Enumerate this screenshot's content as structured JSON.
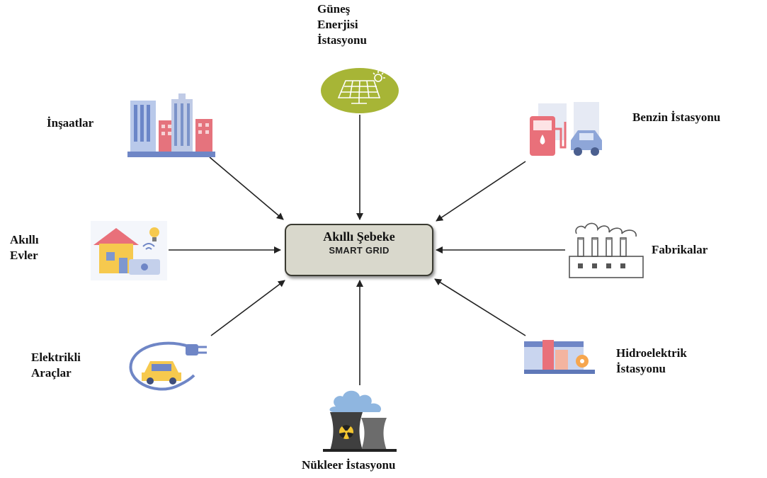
{
  "hub": {
    "title": "Akıllı Şebeke",
    "subtitle": "SMART GRID"
  },
  "nodes": {
    "solar": {
      "lines": [
        "Güneş",
        "Enerjisi",
        "İstasyonu"
      ],
      "icon": "solar-panel-icon"
    },
    "buildings": {
      "lines": [
        "İnşaatlar"
      ],
      "icon": "buildings-icon"
    },
    "gas": {
      "lines": [
        "Benzin İstasyonu"
      ],
      "icon": "gas-station-icon"
    },
    "home": {
      "lines": [
        "Akıllı",
        "Evler"
      ],
      "icon": "smart-home-icon"
    },
    "factory": {
      "lines": [
        "Fabrikalar"
      ],
      "icon": "factory-icon"
    },
    "ev": {
      "lines": [
        "Elektrikli",
        "Araçlar"
      ],
      "icon": "electric-car-icon"
    },
    "hydro": {
      "lines": [
        "Hidroelektrik",
        "İstasyonu"
      ],
      "icon": "hydro-plant-icon"
    },
    "nuclear": {
      "lines": [
        "Nükleer İstasyonu"
      ],
      "icon": "nuclear-plant-icon"
    }
  },
  "colors": {
    "hub_fill": "#d9d8cc",
    "solar_circle": "#a7b536",
    "arrow": "#222222"
  }
}
